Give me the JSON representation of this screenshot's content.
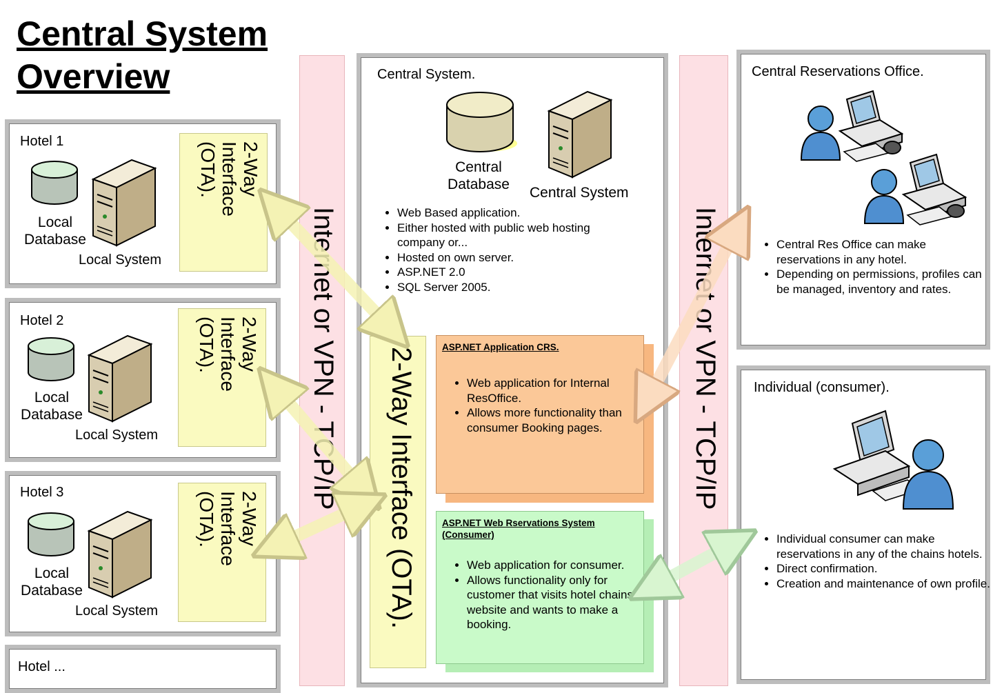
{
  "title": [
    "Central System",
    "Overview"
  ],
  "hotels": [
    {
      "name": "Hotel 1",
      "db_label": [
        "Local",
        "Database"
      ],
      "system_label": "Local System",
      "interface": [
        "2-Way",
        "Interface",
        "(OTA)."
      ]
    },
    {
      "name": "Hotel 2",
      "db_label": [
        "Local",
        "Database"
      ],
      "system_label": "Local System",
      "interface": [
        "2-Way",
        "Interface",
        "(OTA)."
      ]
    },
    {
      "name": "Hotel 3",
      "db_label": [
        "Local",
        "Database"
      ],
      "system_label": "Local System",
      "interface": [
        "2-Way",
        "Interface",
        "(OTA)."
      ]
    },
    {
      "name": "Hotel ..."
    }
  ],
  "network_band_label": "Internet or VPN - TCP/IP",
  "central": {
    "title": "Central System.",
    "db_label": [
      "Central",
      "Database"
    ],
    "server_label": "Central System",
    "bullets": [
      "Web Based application.",
      "Either hosted with public web hosting company or...",
      "Hosted on own server.",
      "ASP.NET 2.0",
      "SQL Server 2005."
    ],
    "interface_label": "2-Way Interface (OTA).",
    "crs_app": {
      "title": "ASP.NET Application CRS.",
      "bullets": [
        "Web application for Internal ResOffice.",
        "Allows more functionality than consumer Booking pages."
      ]
    },
    "consumer_app": {
      "title": "ASP.NET Web Rservations System (Consumer)",
      "bullets": [
        "Web application for consumer.",
        "Allows functionality only for customer that visits hotel chains website and wants to make a booking."
      ]
    }
  },
  "reservations_office": {
    "title": "Central Reservations Office.",
    "bullets": [
      "Central Res Office can make reservations in any hotel.",
      "Depending on permissions, profiles can be managed, inventory and rates."
    ]
  },
  "individual": {
    "title": "Individual (consumer).",
    "bullets": [
      "Individual consumer can make reservations in any of the chains hotels.",
      "Direct confirmation.",
      "Creation and maintenance of own profile."
    ]
  },
  "colors": {
    "panel_border": "#bdbdbd",
    "band_pink": "#fde0e4",
    "interface_yellow": "#fafac0",
    "crs_orange": "#fbc898",
    "consumer_green": "#c9fac9"
  }
}
